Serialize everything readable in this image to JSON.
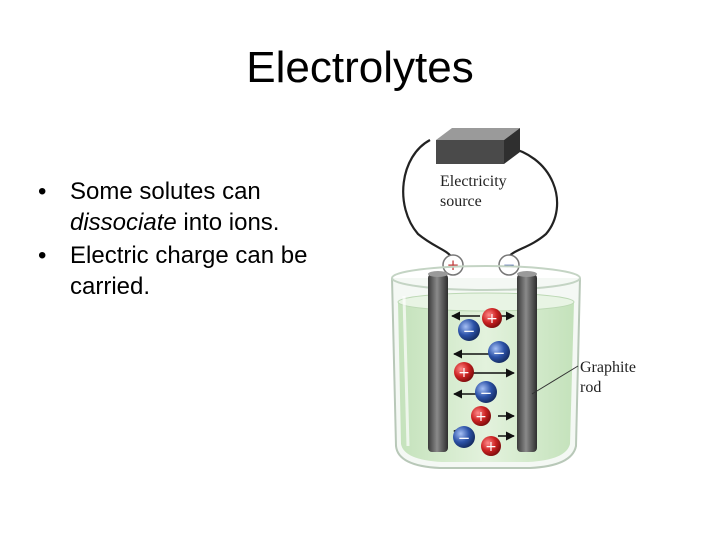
{
  "slide": {
    "title": "Electrolytes",
    "bullets": [
      {
        "bullet": "•",
        "prefix": "Some solutes can ",
        "emphasis": "dissociate",
        "suffix": " into ions."
      },
      {
        "bullet": "•",
        "text": "Electric charge can be carried."
      }
    ]
  },
  "figure": {
    "source_label_line1": "Electricity",
    "source_label_line2": "source",
    "positive_terminal": "+",
    "negative_terminal": "−",
    "rod_label_line1": "Graphite",
    "rod_label_line2": "rod",
    "cation_sign": "+",
    "anion_sign": "−",
    "colors": {
      "solution": "#d6ebcf",
      "cation": "#cc2222",
      "anion": "#2c52a8",
      "rod": "#555555",
      "source_box": "#4a4a4a"
    }
  }
}
